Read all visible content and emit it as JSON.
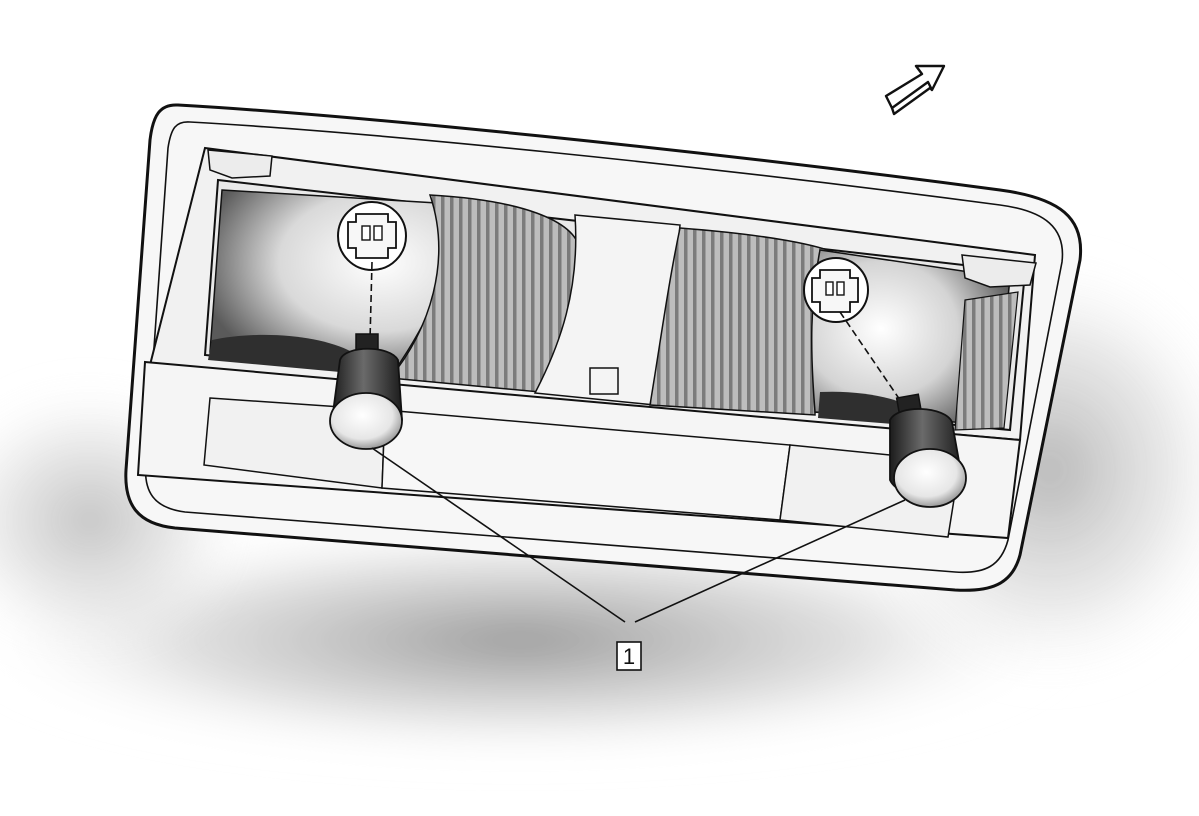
{
  "diagram": {
    "callout": {
      "label": "1",
      "part": "bulb"
    },
    "direction_arrow": {
      "icon": "forward-arrow-icon"
    },
    "components": [
      {
        "name": "left-bulb",
        "icon": "bulb-icon"
      },
      {
        "name": "right-bulb",
        "icon": "bulb-icon"
      },
      {
        "name": "left-socket",
        "icon": "socket-icon"
      },
      {
        "name": "right-socket",
        "icon": "socket-icon"
      }
    ]
  },
  "colors": {
    "line": "#111111",
    "housing": "#f7f7f7",
    "bulb_dark": "#2b2b2b"
  }
}
